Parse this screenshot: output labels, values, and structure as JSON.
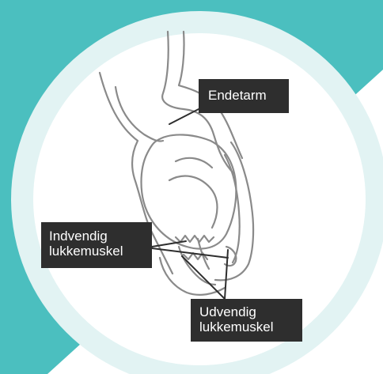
{
  "colors": {
    "background_teal": "#4bbfbf",
    "ring": "#e2f3f3",
    "circle_fill": "#ffffff",
    "anatomy_stroke": "#8a8a8a",
    "label_bg": "#2e2e2e",
    "label_text": "#ffffff",
    "leader_line": "#2e2e2e"
  },
  "labels": {
    "rectum": {
      "text": "Endetarm"
    },
    "internal_sphincter": {
      "line1": "Indvendig",
      "line2": "lukkemuskel"
    },
    "external_sphincter": {
      "line1": "Udvendig",
      "line2": "lukkemuskel"
    }
  }
}
